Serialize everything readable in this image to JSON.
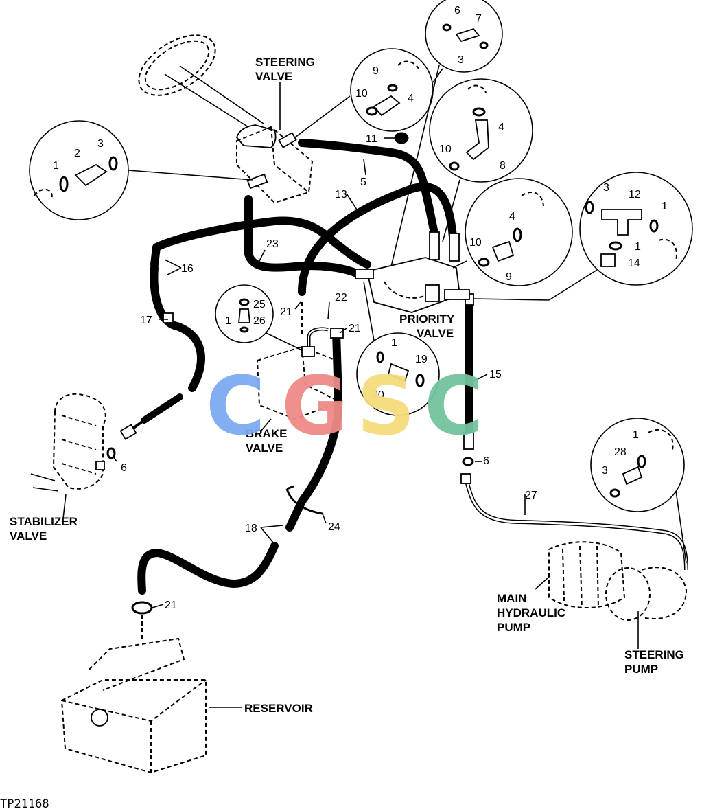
{
  "labels": {
    "steering_valve": [
      "STEERING",
      "VALVE"
    ],
    "priority_valve": [
      "PRIORITY",
      "VALVE"
    ],
    "brake_valve": [
      "BRAKE",
      "VALVE"
    ],
    "stabilizer_valve": [
      "STABILIZER",
      "VALVE"
    ],
    "main_pump": [
      "MAIN",
      "HYDRAULIC",
      "PUMP"
    ],
    "steering_pump": [
      "STEERING",
      "PUMP"
    ],
    "reservoir": "RESERVOIR"
  },
  "figure_id": "TP21168",
  "watermark": {
    "letters": [
      "C",
      "G",
      "S",
      "C"
    ],
    "colors": [
      "#7eaaf2",
      "#ee8c86",
      "#f5dc7c",
      "#74c49e"
    ]
  },
  "callouts": {
    "c5": "5",
    "c11": "11",
    "c13": "13",
    "c15": "15",
    "c16": "16",
    "c17": "17",
    "c18": "18",
    "c21a": "21",
    "c21b": "21",
    "c21c": "21",
    "c22": "22",
    "c23": "23",
    "c24": "24",
    "c27": "27",
    "c6_stab": "6",
    "c6_line": "6"
  },
  "insets": {
    "i1": [
      "1",
      "2",
      "3"
    ],
    "i2": [
      "9",
      "10",
      "4"
    ],
    "i3": [
      "6",
      "7",
      "3"
    ],
    "i4": [
      "4",
      "10",
      "8"
    ],
    "i5": [
      "4",
      "10",
      "9"
    ],
    "i6": [
      "3",
      "12",
      "1",
      "1",
      "14"
    ],
    "i7": [
      "25",
      "1",
      "26"
    ],
    "i8": [
      "1",
      "19",
      "20"
    ],
    "i9": [
      "1",
      "28",
      "3"
    ]
  }
}
